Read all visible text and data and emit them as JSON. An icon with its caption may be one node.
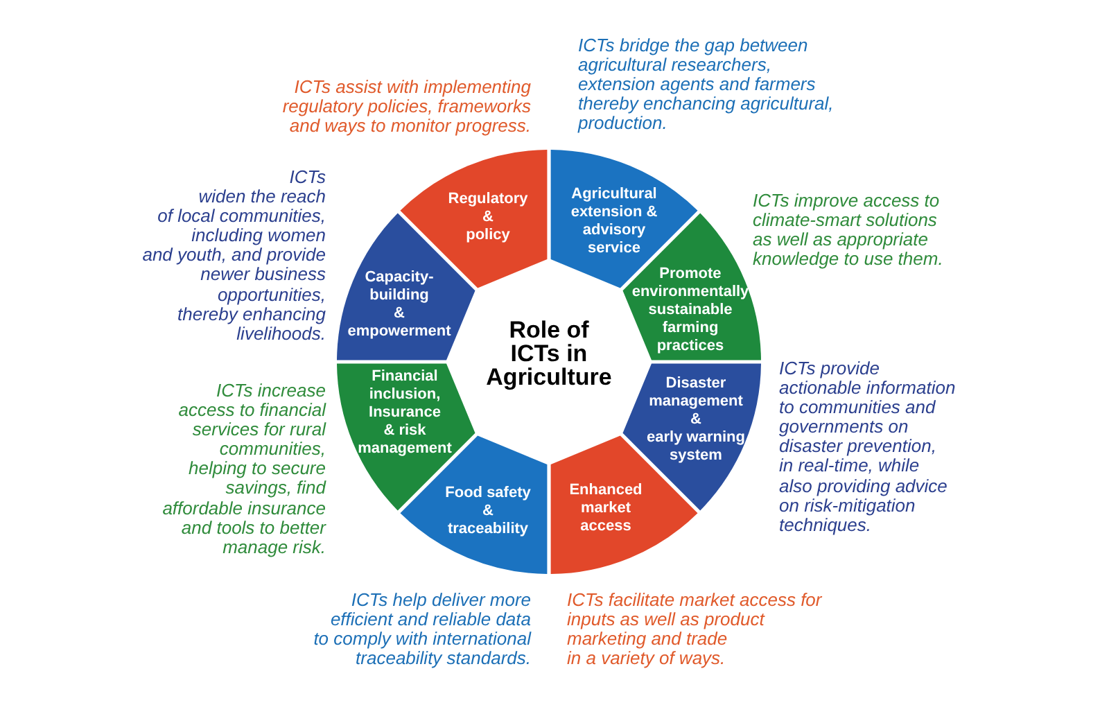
{
  "diagram": {
    "title": "Role of ICTs in Agriculture",
    "nodes": [
      {
        "text": [
          "Regulatory & policy"
        ],
        "beside": [
          "ICTs assist with implementing regulatory policies, frameworks and ways to monitor progress."
        ]
      },
      {
        "text": [
          "Agricultural extension & advisory service"
        ],
        "beside": [
          "ICTs bridge the gap between agricultural researchers, extension agents and farmers thereby enchancing agricultural, production."
        ]
      },
      {
        "text": [
          "Promote environmentally sustainable farming practices"
        ],
        "beside": [
          "ICTs improve access to climate-smart solutions as well as appropriate knowledge to use them."
        ]
      },
      {
        "text": [
          "Disaster management & early warning system"
        ],
        "beside": [
          "ICTs provide actionable information to communities and governments on disaster prevention, in real-time, while also providing advice on risk-mitigation techniques."
        ]
      },
      {
        "text": [
          "Enhanced market access"
        ],
        "beside": [
          "ICTs facilitate market access for inputs as well as product marketing and trade in a variety of ways."
        ]
      },
      {
        "text": [
          "Food safety & traceability"
        ],
        "beside": [
          "ICTs help deliver more efficient and reliable data to comply with international traceability standards."
        ]
      },
      {
        "text": [
          "Financial inclusion, Insurance & risk management"
        ],
        "beside": [
          "ICTs increase access to financial services for rural communities, helping to secure savings, find affordable insurance and tools to better manage risk."
        ]
      },
      {
        "text": [
          "Capacity-building & empowerment"
        ],
        "beside": [
          "ICTs widen the reach of local communities, including women and youth, and provide newer business opportunities, thereby enhancing livelihoods."
        ]
      }
    ]
  }
}
